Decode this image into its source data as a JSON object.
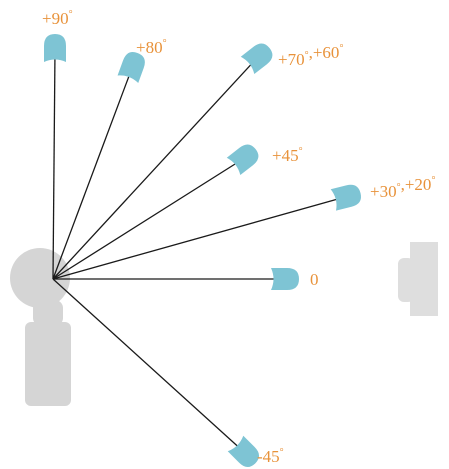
{
  "colors": {
    "label": "#e8923a",
    "speaker": "#7ec4d4",
    "person": "#d5d5d5",
    "reflector": "#dedede",
    "ray": "#1a1a1a"
  },
  "sources": [
    {
      "id": "p90",
      "label": "+90",
      "degree_suffix": [
        "°"
      ]
    },
    {
      "id": "p80",
      "label": "+80",
      "degree_suffix": [
        "°"
      ]
    },
    {
      "id": "p70",
      "label": "+70,+60",
      "degree_suffix": [
        "°",
        "°"
      ]
    },
    {
      "id": "p45",
      "label": "+45",
      "degree_suffix": [
        "°"
      ]
    },
    {
      "id": "p30",
      "label": "+30,+20",
      "degree_suffix": [
        "°",
        "°"
      ]
    },
    {
      "id": "z0",
      "label": "0",
      "degree_suffix": []
    },
    {
      "id": "m45",
      "label": "-45",
      "degree_suffix": [
        "°"
      ]
    }
  ]
}
